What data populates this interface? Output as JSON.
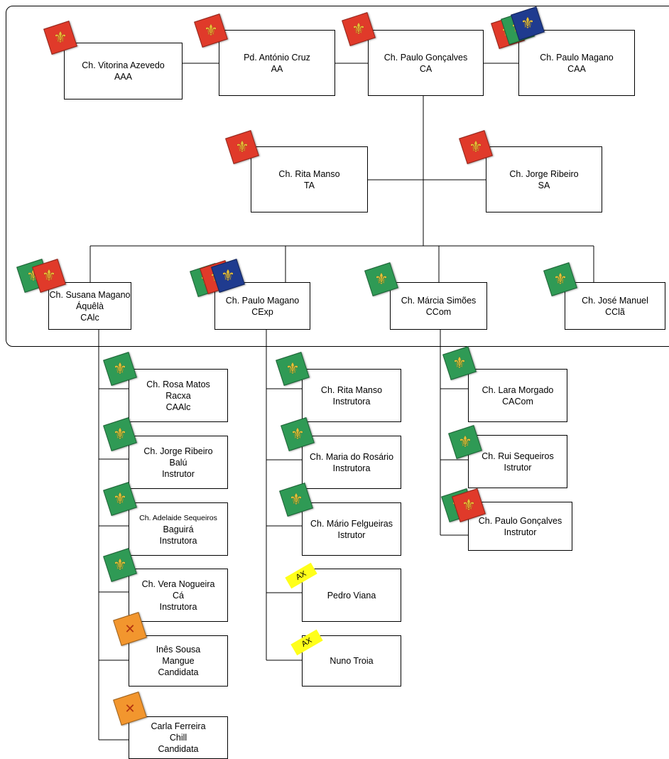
{
  "nodes": {
    "aaa": {
      "name": "Ch. Vitorina Azevedo",
      "role": "AAA"
    },
    "aa": {
      "name": "Pd. António Cruz",
      "role": "AA"
    },
    "ca": {
      "name": "Ch. Paulo Gonçalves",
      "role": "CA"
    },
    "caa": {
      "name": "Ch. Paulo Magano",
      "role": "CAA"
    },
    "ta": {
      "name": "Ch. Rita Manso",
      "role": "TA"
    },
    "sa": {
      "name": "Ch. Jorge Ribeiro",
      "role": "SA"
    },
    "calc": {
      "name": "Ch. Susana Magano",
      "totem": "Áquêlà",
      "role": "CAlc"
    },
    "cexp": {
      "name": "Ch. Paulo Magano",
      "role": "CExp"
    },
    "ccom": {
      "name": "Ch. Márcia Simões",
      "role": "CCom"
    },
    "ccla": {
      "name": "Ch. José Manuel",
      "role": "CClã"
    }
  },
  "alcateia": [
    {
      "name": "Ch. Rosa Matos",
      "totem": "Racxa",
      "role": "CAAlc"
    },
    {
      "name": "Ch. Jorge Ribeiro",
      "totem": "Balú",
      "role": "Instrutor"
    },
    {
      "name": "Ch. Adelaide Sequeiros",
      "totem": "Baguirá",
      "role": "Instrutora"
    },
    {
      "name": "Ch. Vera Nogueira",
      "totem": "Cá",
      "role": "Instrutora"
    },
    {
      "name": "Inês Sousa",
      "totem": "Mangue",
      "role": "Candidata"
    },
    {
      "name": "Carla Ferreira",
      "totem": "Chill",
      "role": "Candidata"
    }
  ],
  "expedicao": [
    {
      "name": "Ch. Rita Manso",
      "role": "Instrutora"
    },
    {
      "name": "Ch. Maria do Rosário",
      "role": "Instrutora"
    },
    {
      "name": "Ch. Mário Felgueiras",
      "role": "Istrutor"
    },
    {
      "name": "Pedro Viana",
      "tag": "AX"
    },
    {
      "name": "Nuno Troia",
      "tag": "AX"
    }
  ],
  "comunidade": [
    {
      "name": "Ch. Lara Morgado",
      "role": "CACom"
    },
    {
      "name": "Ch. Rui Sequeiros",
      "role": "Istrutor"
    },
    {
      "name": "Ch. Paulo Gonçalves",
      "role": "Instrutor"
    }
  ],
  "colors": {
    "red": "#e03a2a",
    "green": "#2f9a55",
    "blue": "#1f3b8f",
    "orange": "#f2962e",
    "ax": "#ffff1a"
  }
}
